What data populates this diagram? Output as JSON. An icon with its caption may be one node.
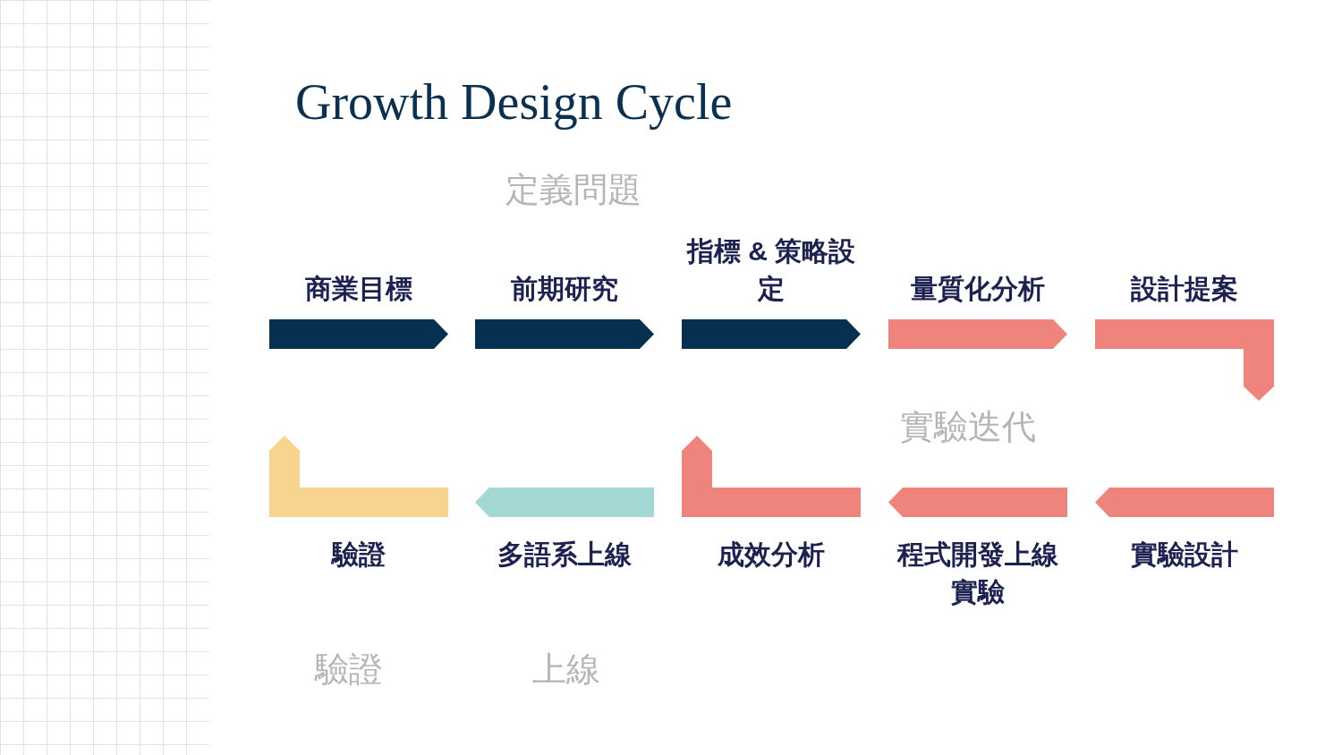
{
  "diagram": {
    "title": "Growth Design Cycle",
    "nodes": [
      {
        "text": [
          "商業目標"
        ]
      },
      {
        "text": [
          "前期研究"
        ]
      },
      {
        "text": [
          "指標 & 策略設定"
        ]
      },
      {
        "text": [
          "量質化分析"
        ]
      },
      {
        "text": [
          "設計提案"
        ]
      },
      {
        "text": [
          "實驗設計"
        ]
      },
      {
        "text": [
          "程式開發上線實驗"
        ]
      },
      {
        "text": [
          "成效分析"
        ]
      },
      {
        "text": [
          "多語系上線"
        ]
      },
      {
        "text": [
          "驗證"
        ]
      }
    ],
    "labels": [
      "定義問題",
      "實驗迭代",
      "驗證",
      "上線"
    ]
  }
}
